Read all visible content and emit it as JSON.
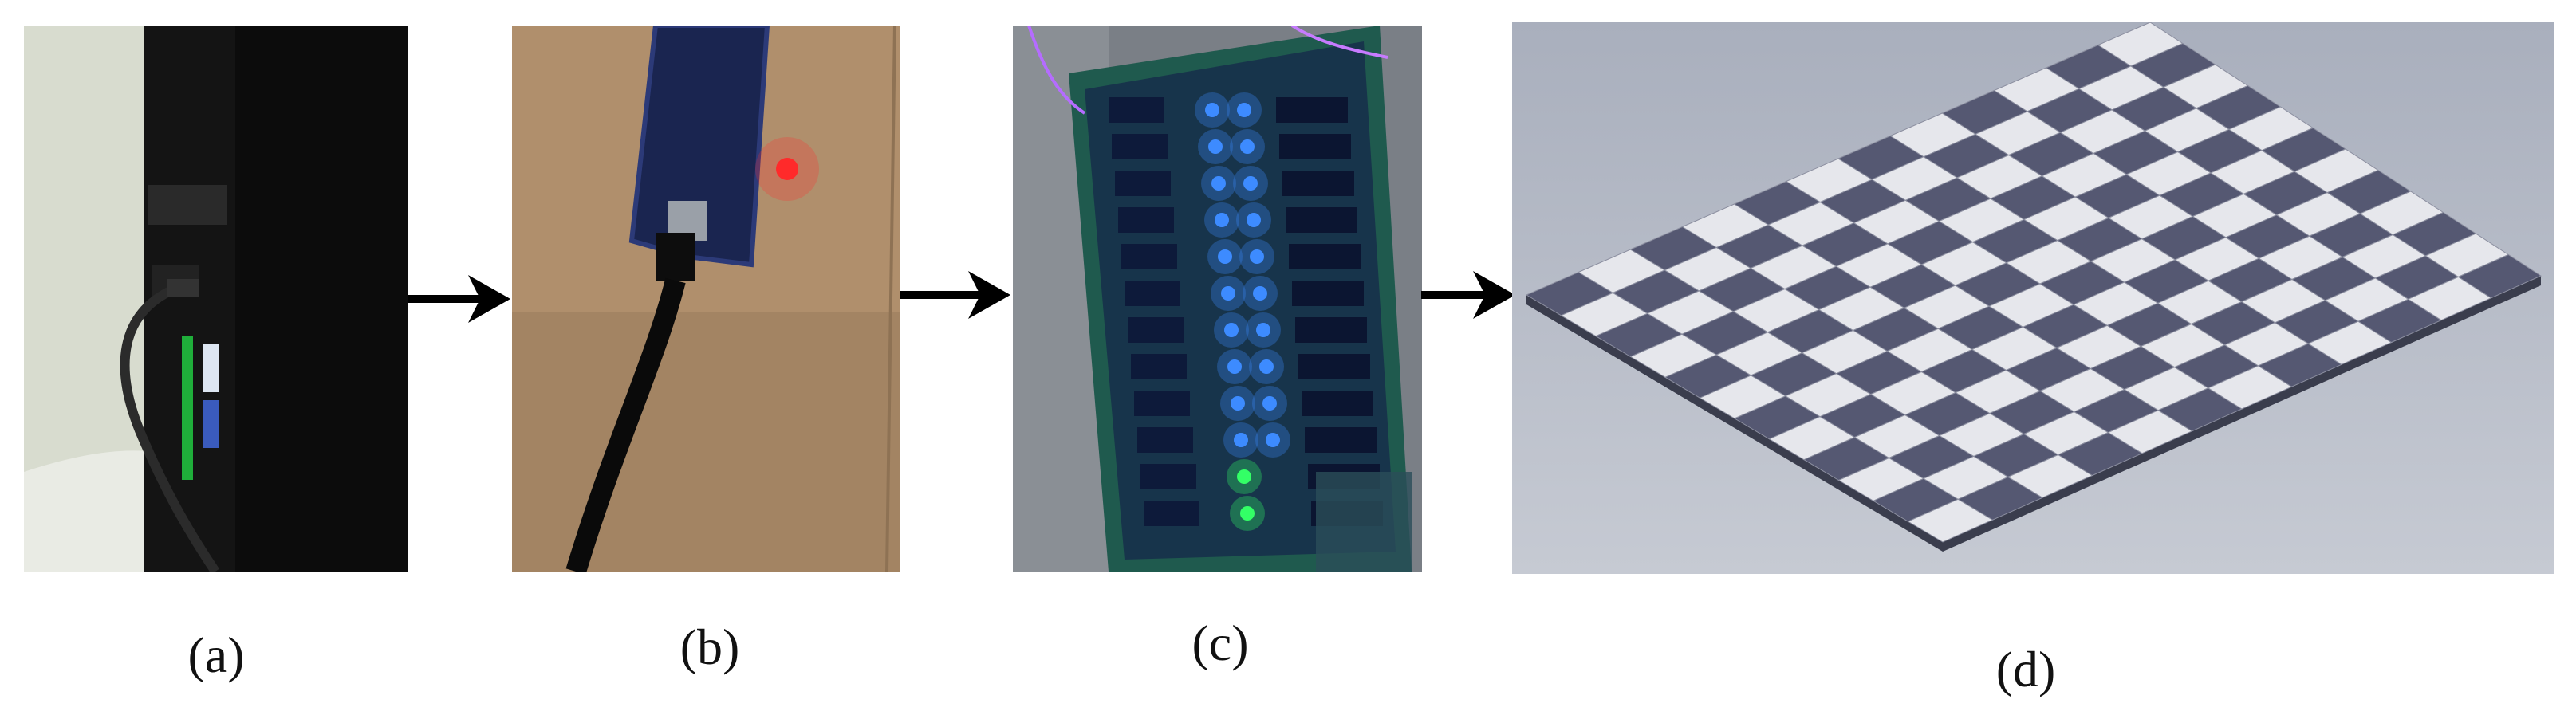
{
  "panels": [
    {
      "id": "a",
      "caption": "(a)",
      "subject": "computer-tower-usb-port-photo"
    },
    {
      "id": "b",
      "caption": "(b)",
      "subject": "microcontroller-board-photo"
    },
    {
      "id": "c",
      "caption": "(c)",
      "subject": "relay-module-board-photo"
    },
    {
      "id": "d",
      "caption": "(d)",
      "subject": "checkerboard-3d-render"
    }
  ],
  "colors": {
    "arrow": "#000000",
    "checker_dark": "#555872",
    "checker_light": "#e6e7ec",
    "render_bg": "#b7bcc9",
    "led_blue": "#3d8bff",
    "led_green": "#33ff66",
    "led_red": "#ff2a2a"
  }
}
